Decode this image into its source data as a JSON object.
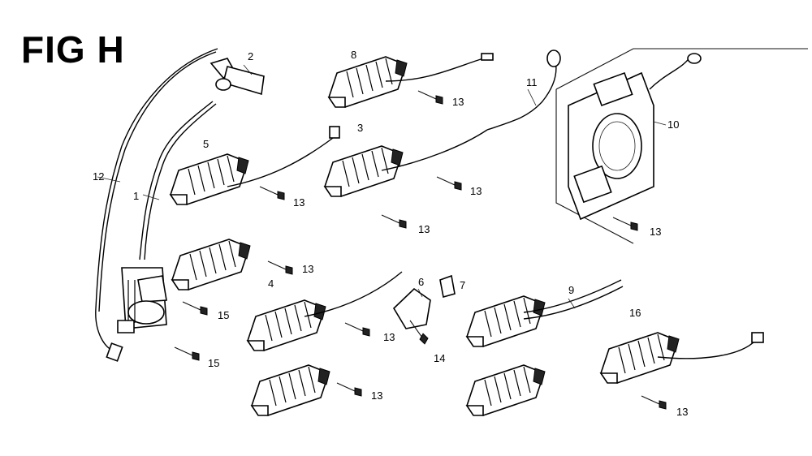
{
  "title": "FIG H",
  "callouts": [
    "1",
    "2",
    "3",
    "4",
    "5",
    "6",
    "7",
    "8",
    "9",
    "10",
    "11",
    "12",
    "13",
    "14",
    "15",
    "16"
  ],
  "labels": {
    "c1": "1",
    "c2": "2",
    "c3": "3",
    "c4": "4",
    "c5": "5",
    "c6": "6",
    "c7": "7",
    "c8": "8",
    "c9": "9",
    "c10": "10",
    "c11": "11",
    "c12": "12",
    "c13": "13",
    "c14": "14",
    "c15": "15",
    "c16": "16"
  }
}
